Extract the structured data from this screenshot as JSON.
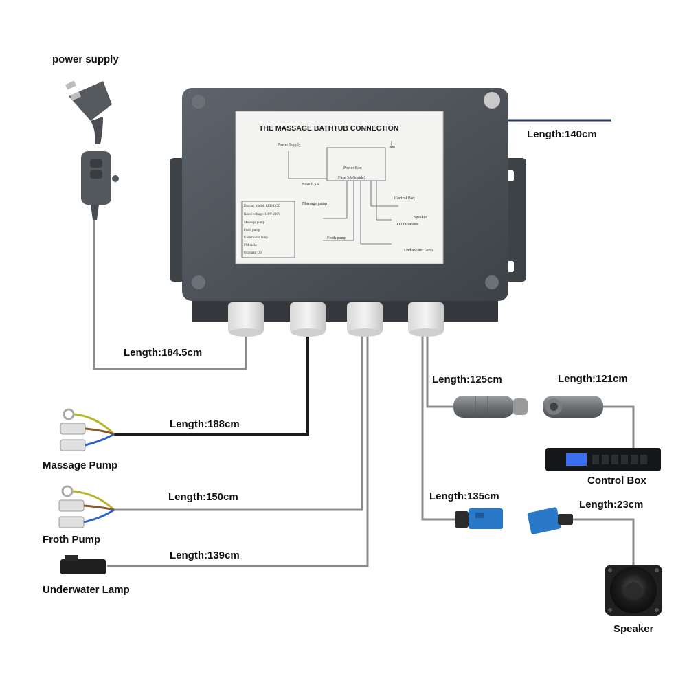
{
  "labels": {
    "power_supply": "power supply",
    "length_main": "Length:140cm",
    "length_power": "Length:184.5cm",
    "length_massage": "Length:188cm",
    "massage_pump": "Massage Pump",
    "length_froth": "Length:150cm",
    "froth_pump": "Froth Pump",
    "length_lamp": "Length:139cm",
    "underwater_lamp": "Underwater Lamp",
    "length_control_a": "Length:125cm",
    "length_control_b": "Length:121cm",
    "control_box": "Control Box",
    "length_speaker_a": "Length:135cm",
    "length_speaker_b": "Length:23cm",
    "speaker": "Speaker"
  },
  "panel": {
    "title": "THE MASSAGE BATHTUB CONNECTION",
    "power_supply": "Power Supply",
    "fuse_small": "Fuse 0.5A",
    "power_box": "Power Box",
    "fuse_inside": "Fuse 3A (inside)",
    "ant": "Ant",
    "control_box": "Control Box",
    "speaker": "Speaker",
    "ozonator": "O3 Ozonator",
    "massage_pump": "Massage pump",
    "froth_pump": "Froth pump",
    "underwater_lamp": "Underwater lamp",
    "legend": [
      "Display model: LED LCD",
      "Rated voltage: 110V 230V",
      "Massage pump",
      "Froth pump",
      "Underwater lamp",
      "FM radio",
      "Ozonator O3"
    ]
  },
  "colors": {
    "box_body": "#4b5157",
    "cable_gray": "#8c8c8c",
    "cable_black": "#1a1a1a",
    "connector_blue": "#2a78c8",
    "wire_yellow_green": "#b7b32a",
    "wire_brown": "#8a5a2b",
    "wire_blue": "#2d62c9"
  }
}
